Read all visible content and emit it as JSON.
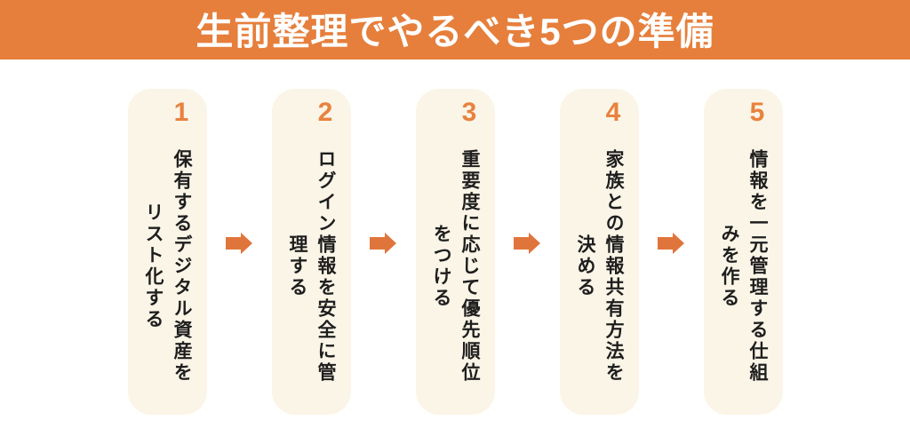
{
  "header": {
    "title": "生前整理でやるべき5つの準備"
  },
  "steps": [
    {
      "number": "1",
      "text": "保有するデジタル資産を\nリスト化する"
    },
    {
      "number": "2",
      "text": "ログイン情報を安全に管\n理する"
    },
    {
      "number": "3",
      "text": "重要度に応じて優先順位\nをつける"
    },
    {
      "number": "4",
      "text": "家族との情報共有方法を\n決める"
    },
    {
      "number": "5",
      "text": "情報を一元管理する仕組\nみを作る"
    }
  ],
  "icons": {
    "between_steps": "right-arrow-icon"
  },
  "colors": {
    "header_bg": "#E67F3C",
    "header_text": "#FFFFFF",
    "card_bg": "#FBF5E7",
    "step_number": "#E8823E",
    "step_text": "#1E1E1E",
    "arrow": "#E0753B",
    "page_bg": "#FFFFFF"
  }
}
